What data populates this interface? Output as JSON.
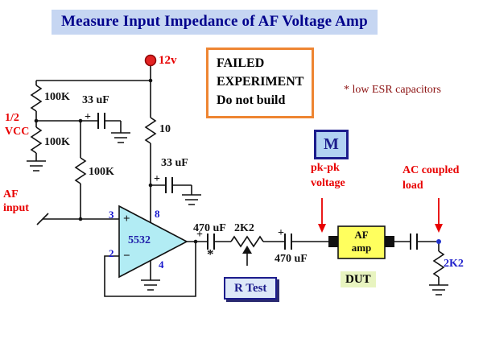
{
  "title": "Measure Input Impedance of AF Voltage Amp",
  "warning": {
    "lines": [
      "FAILED",
      "EXPERIMENT",
      "Do not build"
    ]
  },
  "note_esr": "*  low ESR capacitors",
  "supply": {
    "label": "12v"
  },
  "bias": {
    "half_vcc_line1": "1/2",
    "half_vcc_line2": "VCC",
    "r_top": "100K",
    "r_bottom": "100K",
    "r_series": "100K",
    "c_bypass": "33 uF"
  },
  "rail": {
    "r_supply": "10",
    "c_decouple": "33 uF"
  },
  "input": {
    "line1": "AF",
    "line2": "input"
  },
  "opamp": {
    "part": "5532",
    "pin_noninv": "3",
    "pin_inv": "2",
    "pin_vplus": "8",
    "pin_vminus": "4"
  },
  "symbols": {
    "plus": "+",
    "minus": "−",
    "asterisk": "*"
  },
  "output_chain": {
    "c_out1": "470 uF",
    "pot": "2K2",
    "pot_label": "R Test",
    "c_out2": "470 uF"
  },
  "meter": {
    "symbol": "M",
    "caption_line1": "pk-pk",
    "caption_line2": "voltage"
  },
  "dut": {
    "box_line1": "AF",
    "box_line2": "amp",
    "caption": "DUT"
  },
  "load": {
    "caption_line1": "AC coupled",
    "caption_line2": "load",
    "r_load": "2K2"
  },
  "colors": {
    "accent_red": "#e80000",
    "title_navy": "#00008c",
    "warning_orange": "#ee8532",
    "opamp_fill": "#b2ecf4",
    "dut_fill": "#ffff5e",
    "title_highlight": "#c6d6f2",
    "dut_highlight": "#e8f4c0",
    "pin_blue": "#1515cc",
    "note_dark_red": "#8b1010",
    "load_blue": "#2222cc",
    "meter_fill": "#b2d2f2"
  }
}
